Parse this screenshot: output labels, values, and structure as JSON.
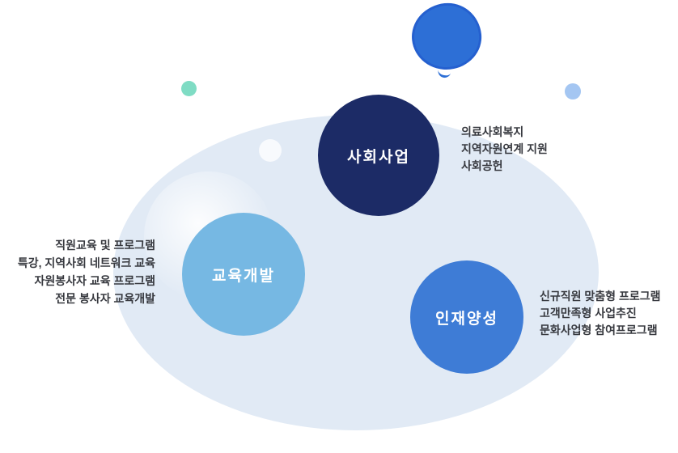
{
  "background": {
    "ellipse_color": "#e1eaf5"
  },
  "decorations": {
    "scribble_circle_color": "#2d6fd6",
    "teal_dot_color": "#7fdcc4",
    "blue_dot_color": "#a4c6f2"
  },
  "nodes": {
    "social": {
      "label": "사회사업",
      "color": "#1c2b66",
      "lines": [
        "의료사회복지",
        "지역자원연계 지원",
        "사회공헌"
      ]
    },
    "education": {
      "label": "교육개발",
      "color": "#76b8e3",
      "lines": [
        "직원교육 및 프로그램",
        "특강, 지역사회 네트워크 교육",
        "자원봉사자 교육 프로그램",
        "전문 봉사자 교육개발"
      ]
    },
    "talent": {
      "label": "인재양성",
      "color": "#3e7cd6",
      "lines": [
        "신규직원 맞춤형 프로그램",
        "고객만족형 사업추진",
        "문화사업형 참여프로그램"
      ]
    }
  }
}
